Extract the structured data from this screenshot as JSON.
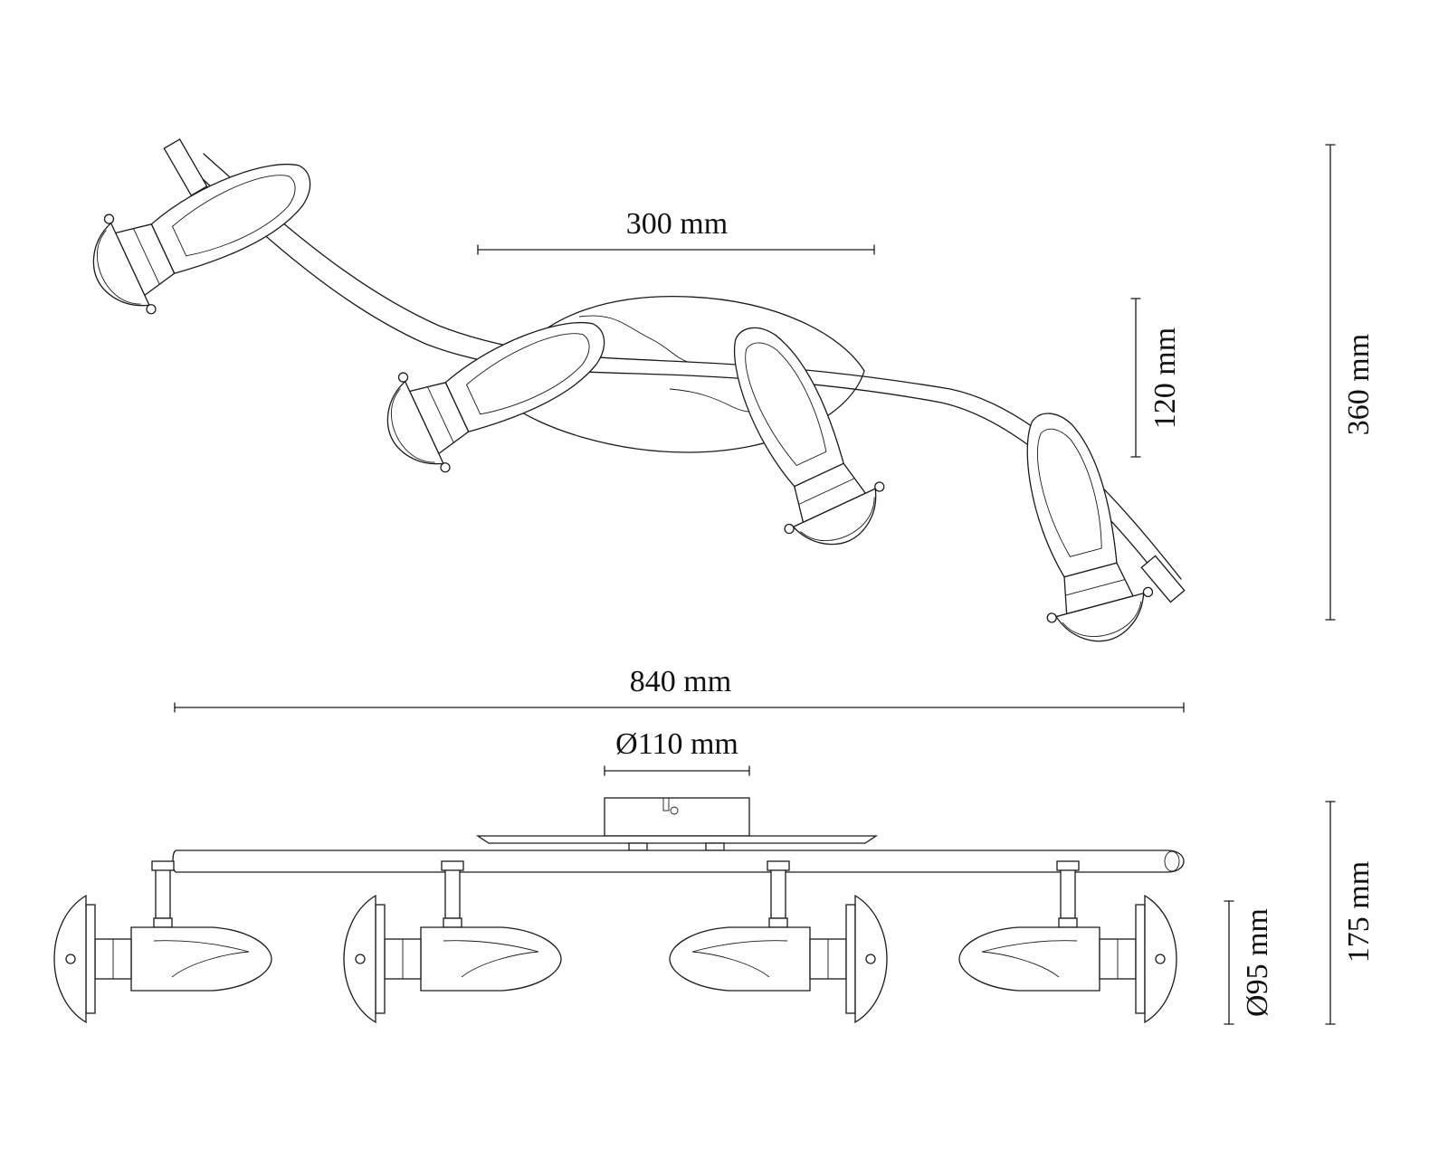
{
  "dimensions": {
    "spacing": "300 mm",
    "total_length": "840 mm",
    "base_diameter": "Ø110 mm",
    "offset_height": "120 mm",
    "depth": "360 mm",
    "total_height": "175 mm",
    "spot_diameter": "Ø95 mm"
  },
  "colors": {
    "line": "#1a1a1a",
    "background": "#ffffff"
  }
}
